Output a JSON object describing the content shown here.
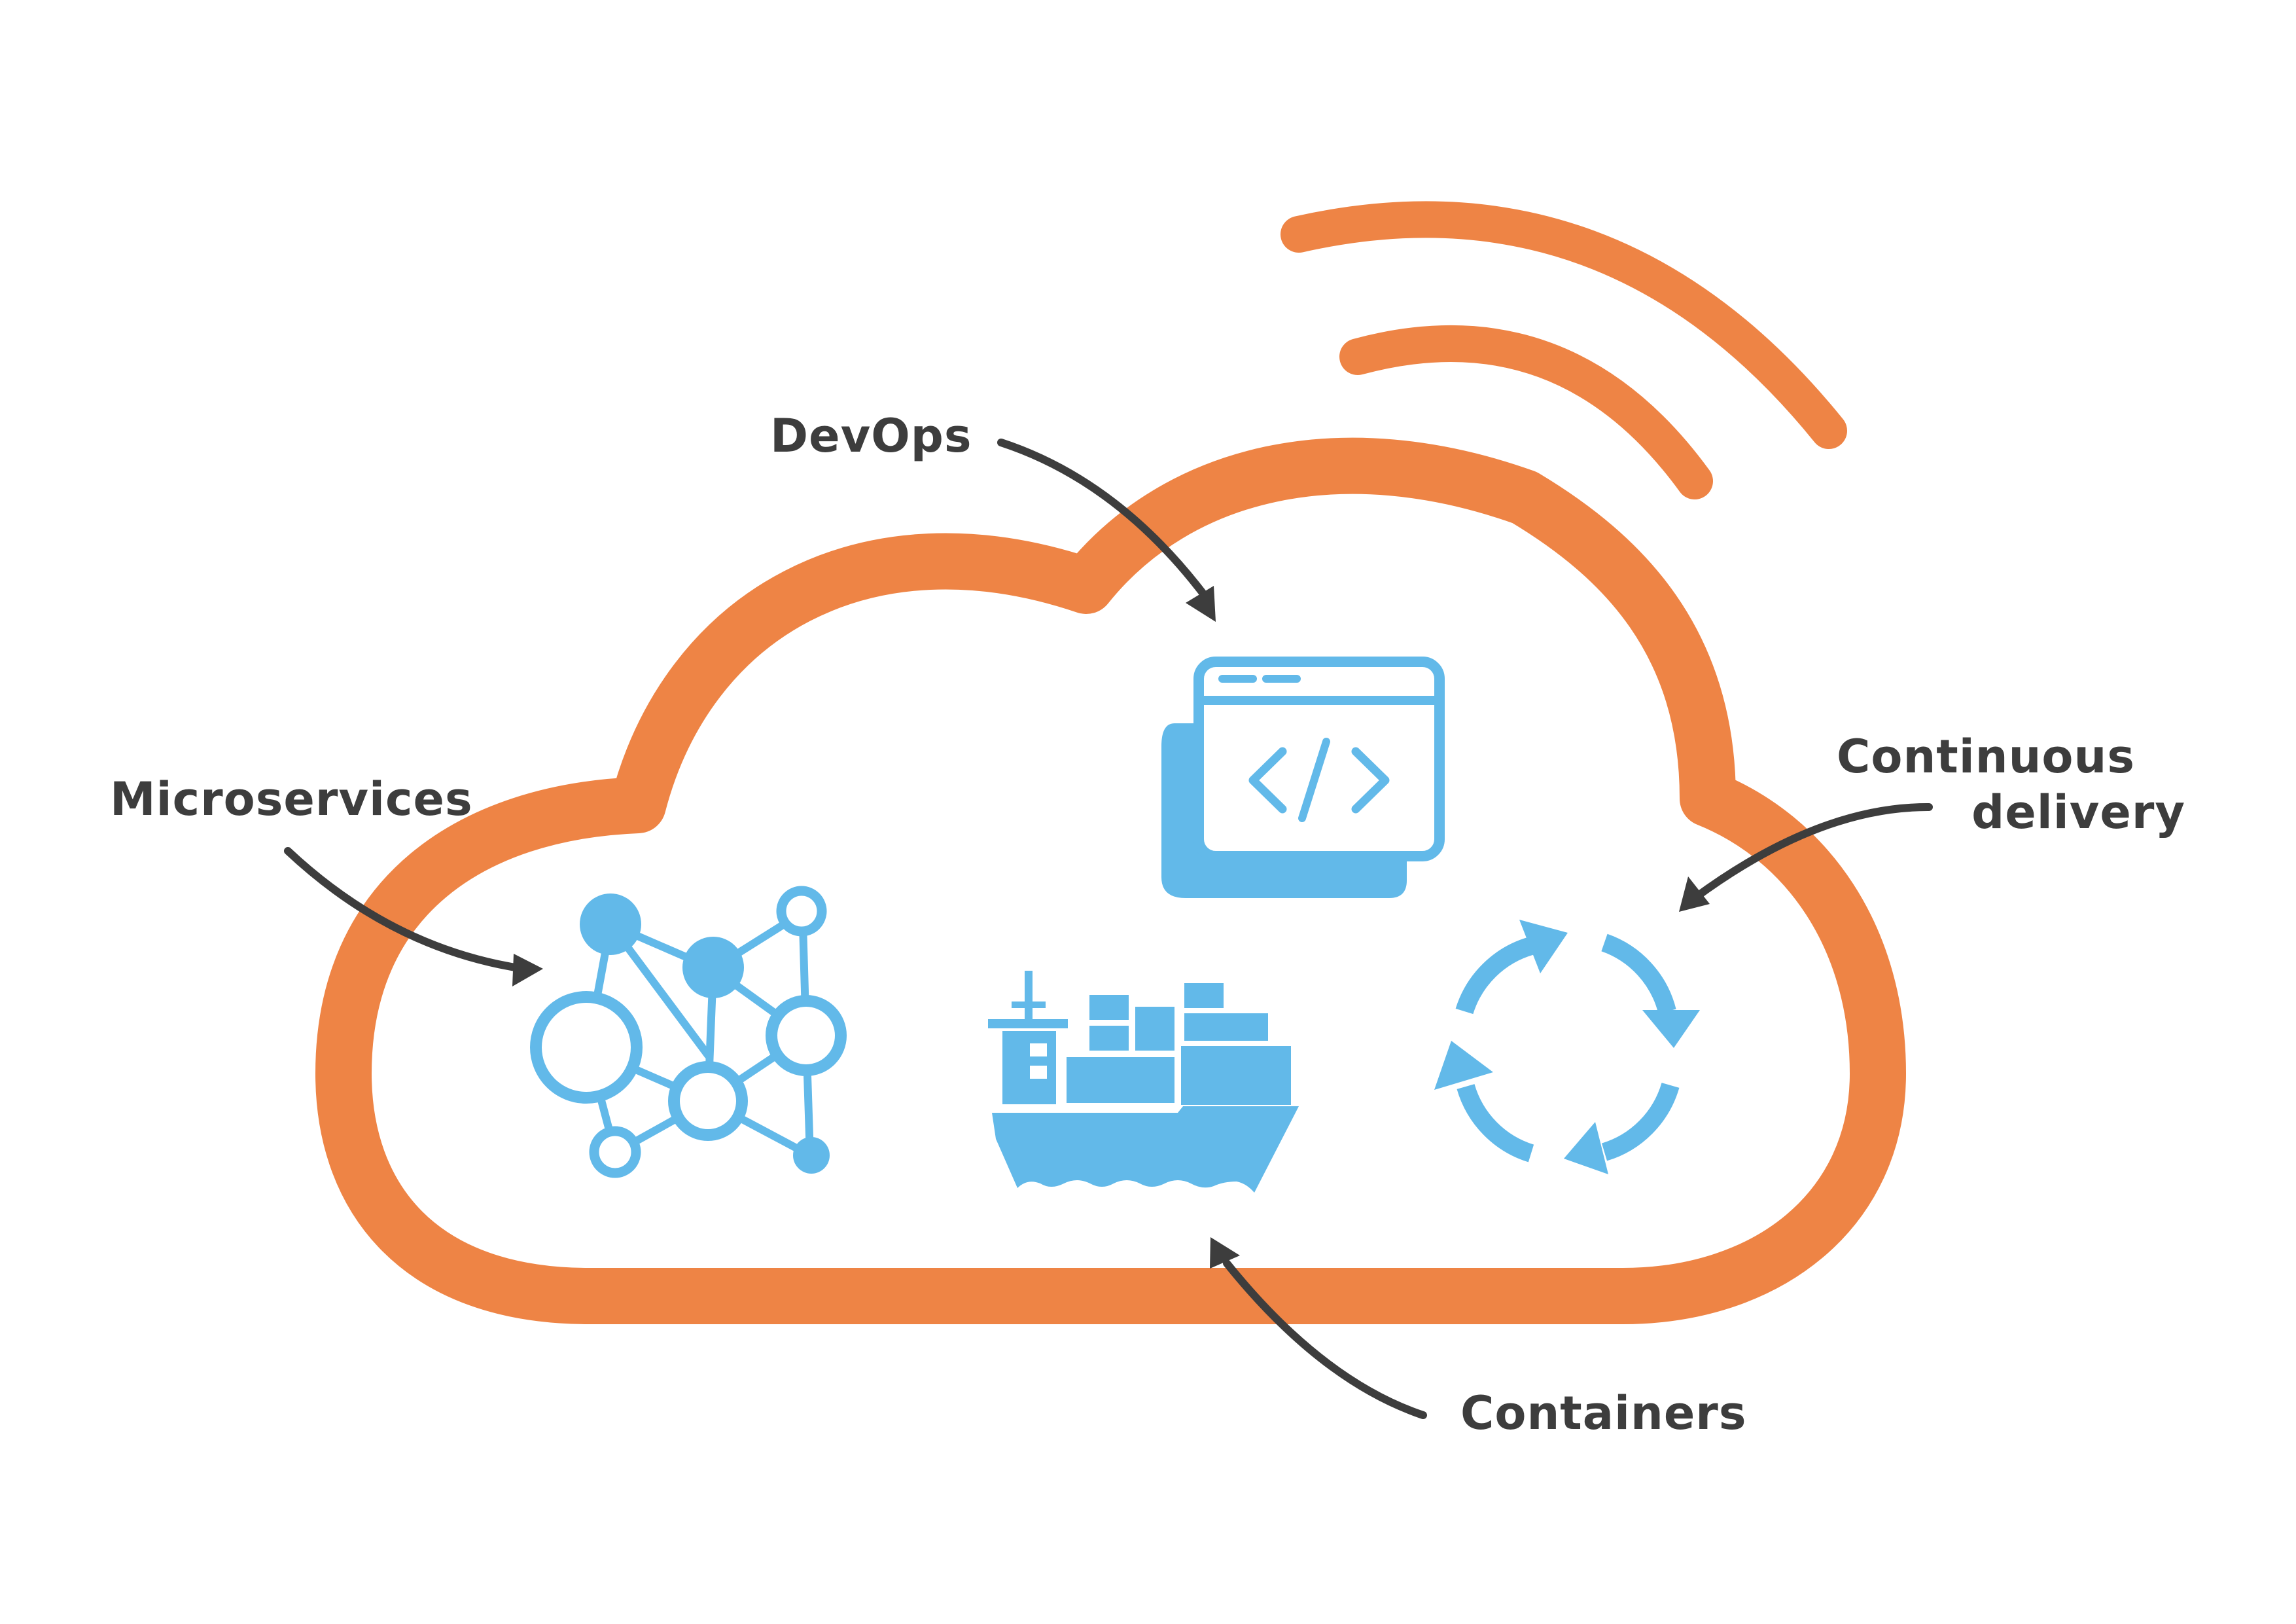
{
  "labels": {
    "devops": "DevOps",
    "microservices": "Microservices",
    "continuous_line1": "Continuous",
    "continuous_line2": "delivery",
    "containers": "Containers"
  },
  "colors": {
    "cloud": "#ee8445",
    "icon": "#62b9e9",
    "arrow": "#3d3d3d",
    "text": "#3d3d3d",
    "background": "#ffffff"
  },
  "icons": {
    "devops": "code-window-icon",
    "microservices": "network-nodes-icon",
    "continuous_delivery": "cycle-arrows-icon",
    "containers": "container-ship-icon"
  }
}
